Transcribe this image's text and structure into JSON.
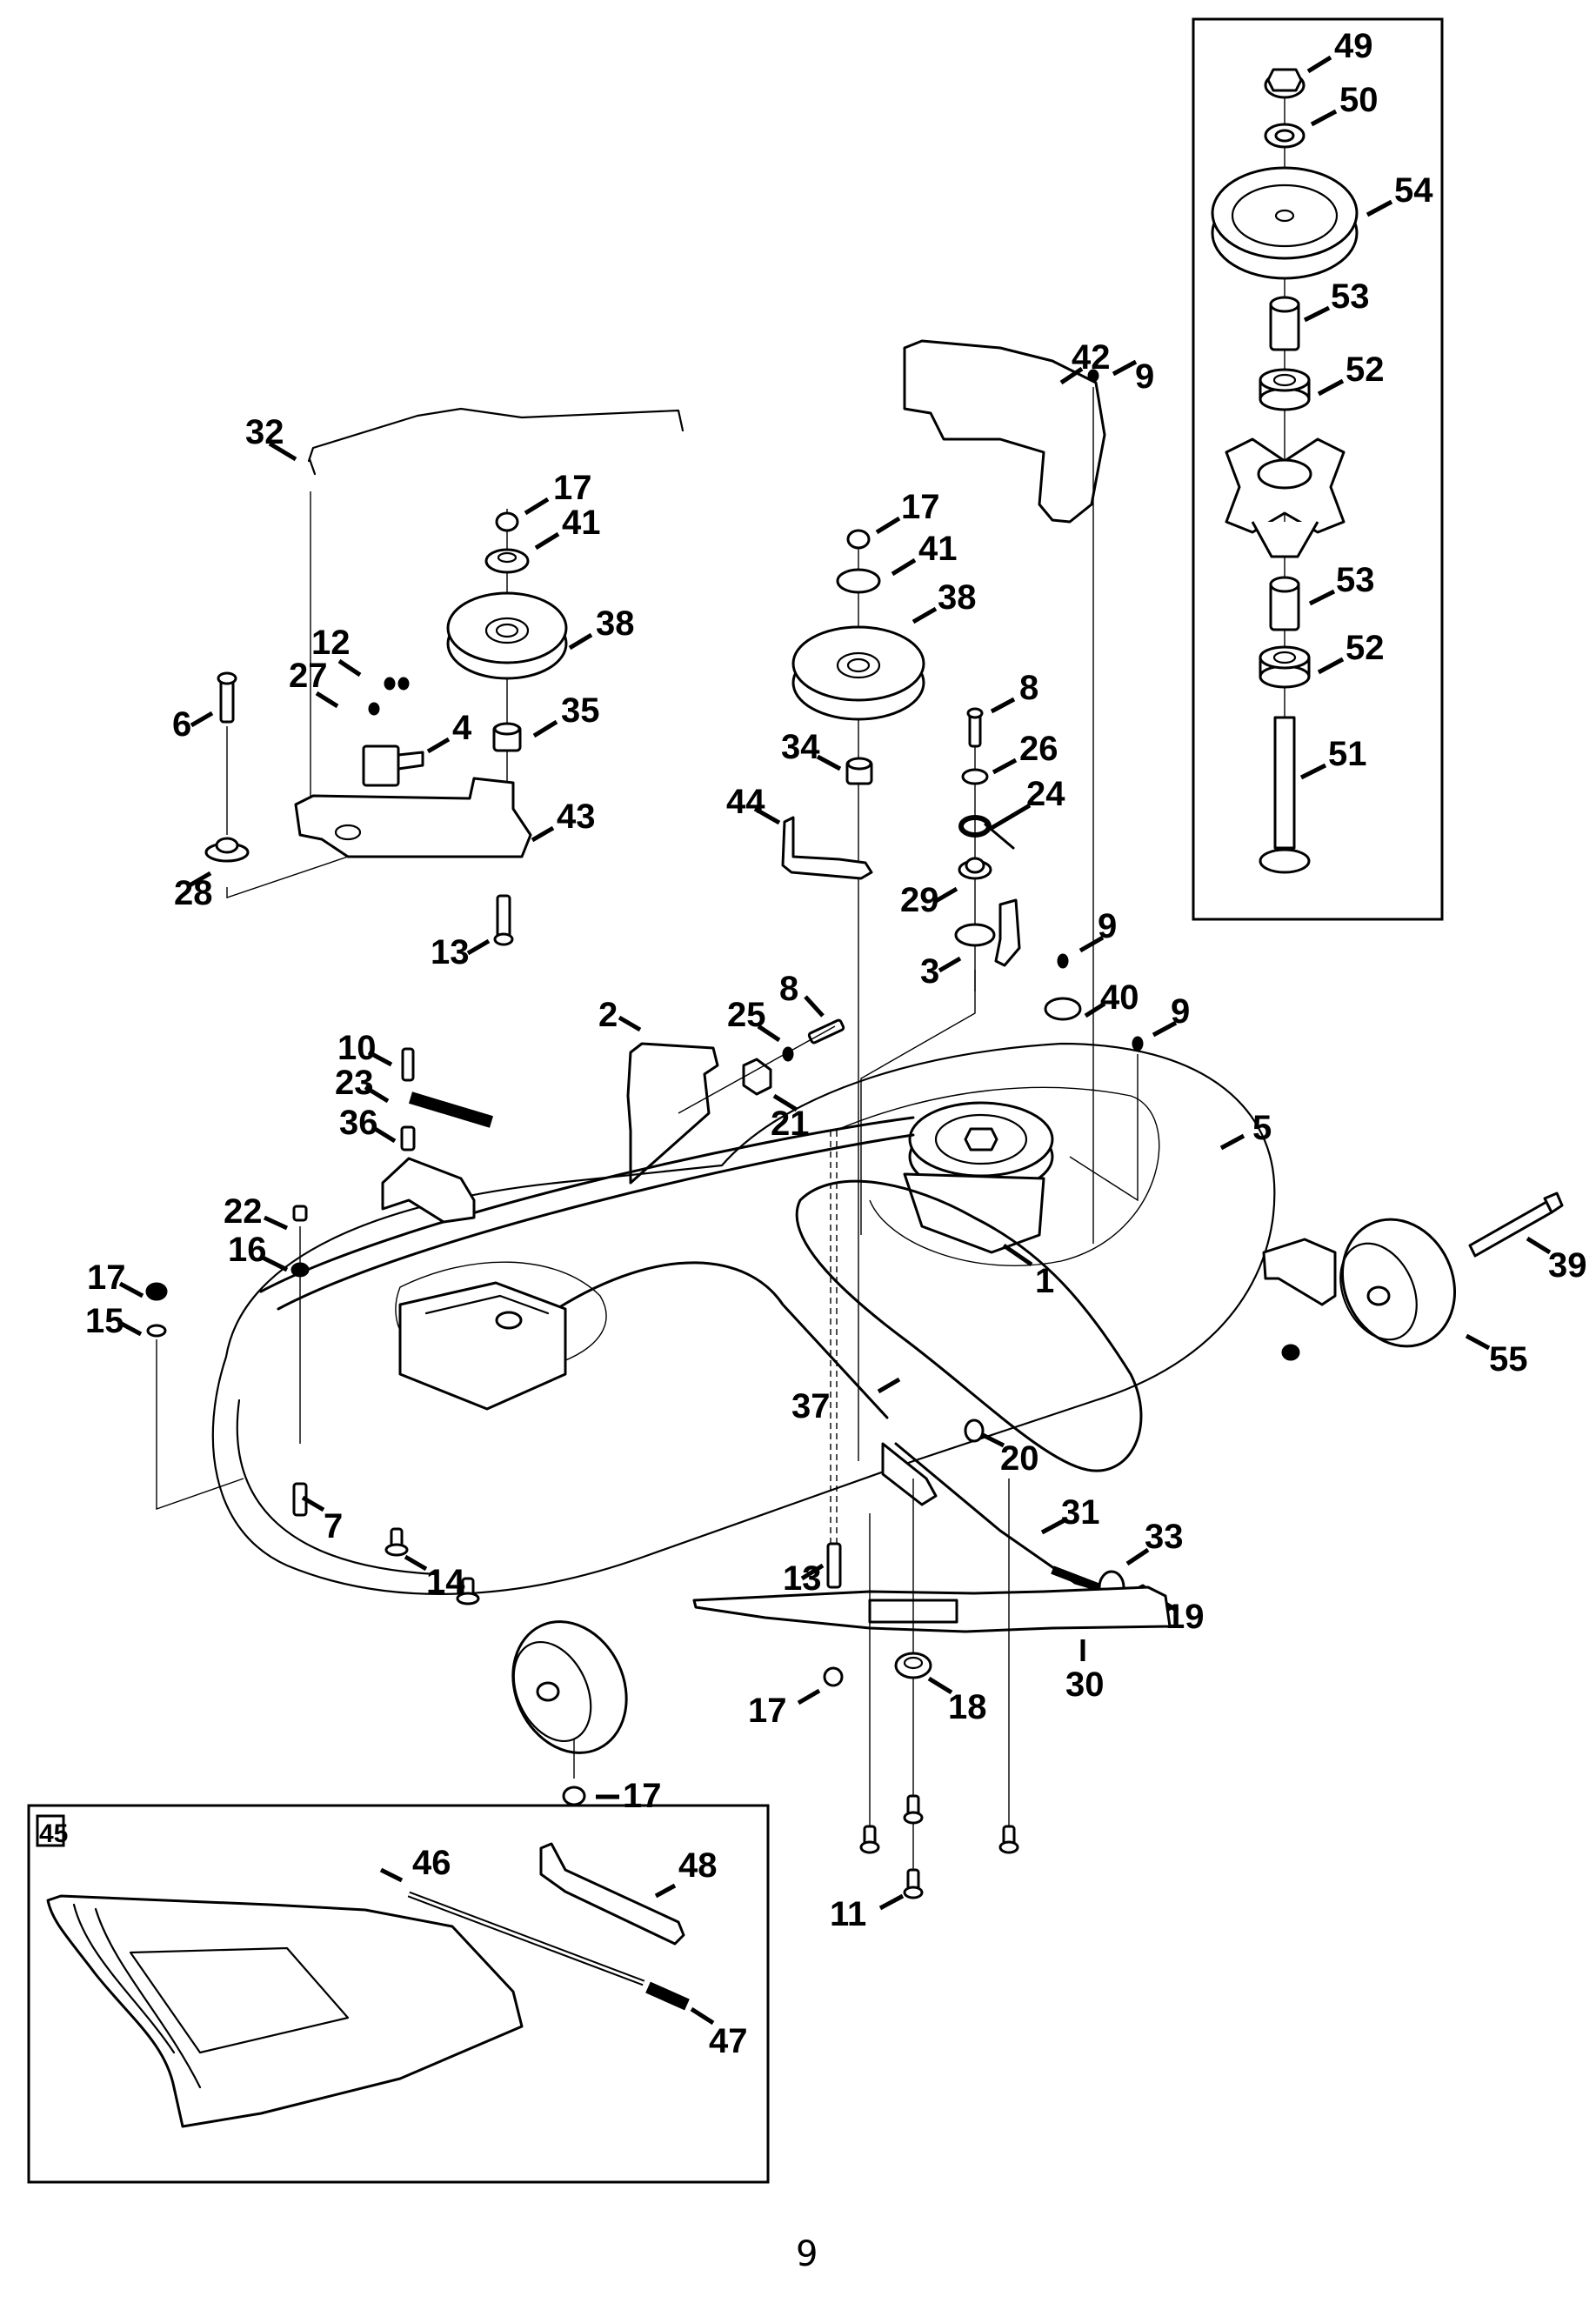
{
  "page": {
    "number": "9"
  },
  "inset_spindle": {
    "callouts": [
      {
        "id": "49",
        "desc": "hex-flange-nut"
      },
      {
        "id": "50",
        "desc": "washer"
      },
      {
        "id": "54",
        "desc": "spindle-pulley"
      },
      {
        "id": "53",
        "desc": "spacer-upper"
      },
      {
        "id": "52",
        "desc": "bearing-upper"
      },
      {
        "id": "53b",
        "label": "53",
        "desc": "spacer-lower"
      },
      {
        "id": "52b",
        "label": "52",
        "desc": "bearing-lower"
      },
      {
        "id": "51",
        "desc": "spindle-shaft"
      }
    ]
  },
  "inset_mulch": {
    "badge": "45",
    "callouts": [
      {
        "id": "46",
        "desc": "rod"
      },
      {
        "id": "48",
        "desc": "bracket"
      },
      {
        "id": "47",
        "desc": "spring"
      }
    ]
  },
  "labels": {
    "l49": "49",
    "l50": "50",
    "l54": "54",
    "l53a": "53",
    "l52a": "52",
    "l53b": "53",
    "l52b": "52",
    "l51": "51",
    "l42": "42",
    "l9a": "9",
    "l32": "32",
    "l17a": "17",
    "l41a": "41",
    "l38a": "38",
    "l12": "12",
    "l27": "27",
    "l6": "6",
    "l4": "4",
    "l35": "35",
    "l43": "43",
    "l28": "28",
    "l13a": "13",
    "l17b": "17",
    "l41b": "41",
    "l38b": "38",
    "l8a": "8",
    "l34": "34",
    "l26": "26",
    "l24": "24",
    "l44": "44",
    "l29": "29",
    "l3": "3",
    "l9b": "9",
    "l40": "40",
    "l9c": "9",
    "l2": "2",
    "l25": "25",
    "l8b": "8",
    "l21": "21",
    "l10": "10",
    "l23": "23",
    "l36": "36",
    "l22": "22",
    "l16": "16",
    "l17c": "17",
    "l15": "15",
    "l5": "5",
    "l1": "1",
    "l39": "39",
    "l55": "55",
    "l37": "37",
    "l20": "20",
    "l7": "7",
    "l14": "14",
    "l31": "31",
    "l33": "33",
    "l19": "19",
    "l13b": "13",
    "l30": "30",
    "l17d": "17",
    "l18": "18",
    "l17e": "17",
    "l11": "11",
    "l45": "45",
    "l46": "46",
    "l48": "48",
    "l47": "47"
  }
}
